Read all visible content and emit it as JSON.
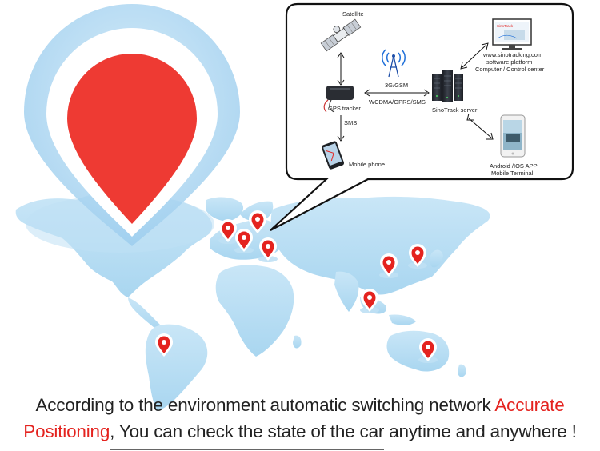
{
  "diagram": {
    "satellite": "Satellite",
    "gps_tracker": "GPS tracker",
    "network": {
      "line1": "3G/GSM",
      "line2": "WCDMA/GPRS/SMS"
    },
    "sms": "SMS",
    "mobile_phone": "Mobile phone",
    "server": "SinoTrack server",
    "platform": {
      "line1": "www.sinotracking.com",
      "line2": "software platform",
      "line3": "Computer / Control center"
    },
    "app": {
      "line1": "Android /IOS APP",
      "line2": "Mobile Terminal"
    },
    "monitor_logo": "SinoTrack"
  },
  "caption": {
    "part1": "According to the environment automatic switching network ",
    "accent1": "Accurate",
    "accent2": "Positioning",
    "part2": ", You can check the state of the car anytime and anywhere !"
  },
  "colors": {
    "accent_red": "#e4231f",
    "map_blue": "#b5dcf2",
    "pin_ring": "#a8d4ef",
    "text": "#222222"
  }
}
